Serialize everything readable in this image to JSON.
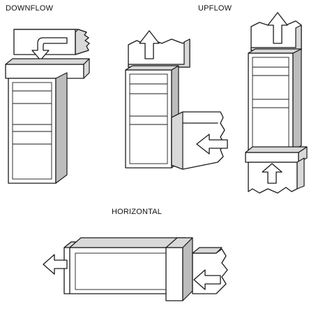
{
  "labels": {
    "downflow": "DOWNFLOW",
    "upflow": "UPFLOW",
    "horizontal": "HORIZONTAL"
  },
  "icons": [
    "downflow-furnace-icon",
    "upflow-side-return-furnace-icon",
    "upflow-bottom-return-furnace-icon",
    "horizontal-furnace-icon"
  ]
}
